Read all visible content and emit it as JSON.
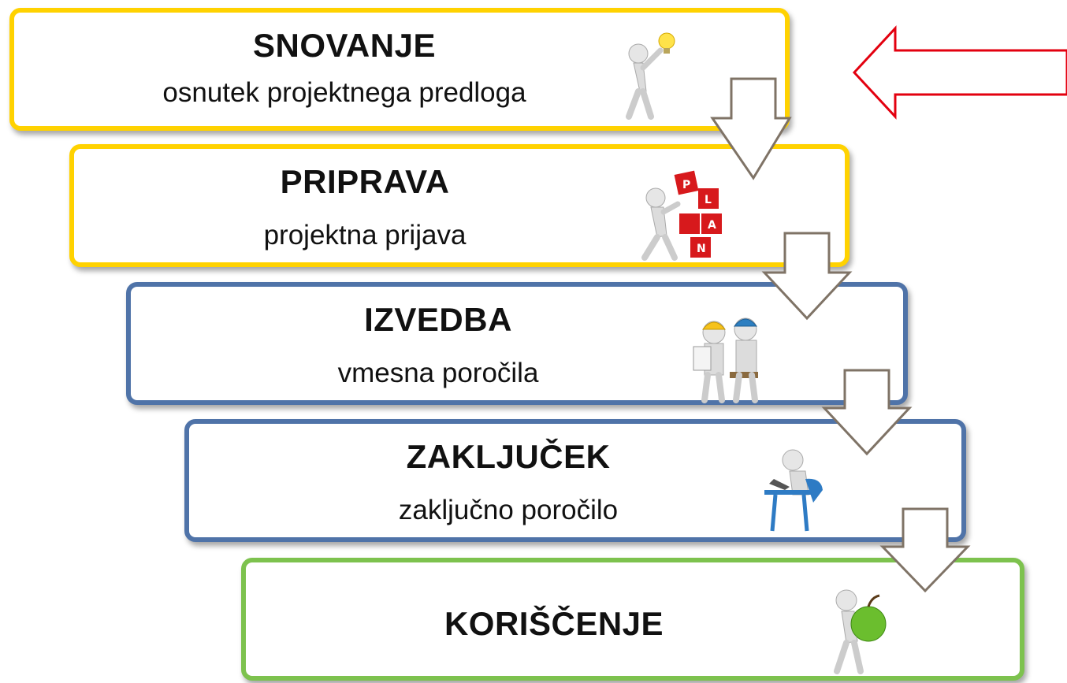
{
  "stages": [
    {
      "title": "SNOVANJE",
      "subtitle": "osnutek projektnega predloga",
      "icon": "person-lightbulb-icon",
      "border_color": "#FFD200"
    },
    {
      "title": "PRIPRAVA",
      "subtitle": "projektna prijava",
      "icon": "person-plan-blocks-icon",
      "border_color": "#FFD200"
    },
    {
      "title": "IZVEDBA",
      "subtitle": "vmesna poročila",
      "icon": "workers-hardhat-icon",
      "border_color": "#4F73A8"
    },
    {
      "title": "ZAKLJUČEK",
      "subtitle": "zaključno poročilo",
      "icon": "person-laptop-desk-icon",
      "border_color": "#4F73A8"
    },
    {
      "title": "KORIŠČENJE",
      "icon": "person-apple-icon",
      "border_color": "#7DC24E"
    }
  ],
  "pointer_arrow_color": "#E3000F",
  "flow_arrow_color": "#7F7366",
  "plan_block_letters": [
    "P",
    "L",
    "A",
    "N"
  ]
}
